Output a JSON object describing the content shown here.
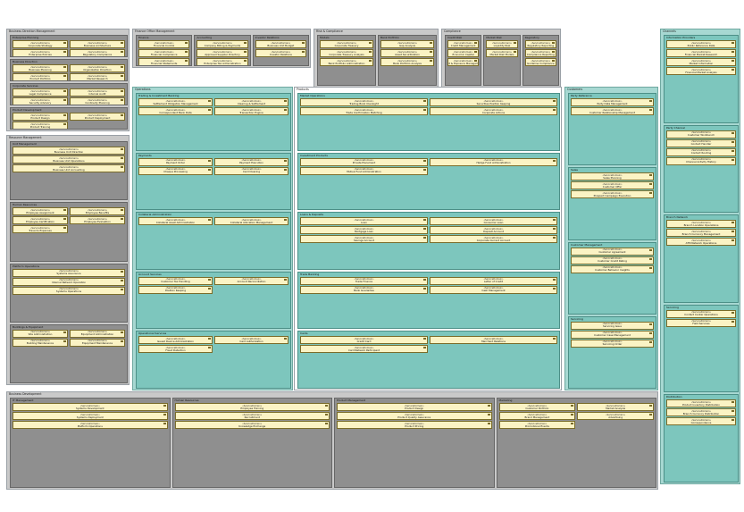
{
  "stereotype": "«ServiceDomain»",
  "icon": "component-icon",
  "areas": [
    {
      "title": "Business Direction Management",
      "style": "grey",
      "groups": [
        {
          "title": "Enterprise Planning",
          "comps": [
            "Corporate Strategy",
            "Business Architecture",
            "Enterprise Policies",
            "Regulatory Compliance"
          ]
        },
        {
          "title": "Business Direction",
          "comps": [
            "Business Planning",
            "Organization Direction",
            "Product Portfolio",
            "Market Research"
          ]
        },
        {
          "title": "Corporate Services",
          "comps": [
            "Legal Compliance",
            "Internal Audit",
            "Security Advisory",
            "Continuity Planning"
          ]
        },
        {
          "title": "Product Development",
          "comps": [
            "Product Design",
            "Product Deployment",
            "Product Training"
          ]
        }
      ]
    },
    {
      "title": "Finance Office Management",
      "style": "grey",
      "groups": [
        {
          "title": "Finance",
          "comps": [
            "Financial Control",
            "Financial Compliance",
            "Financial Statements"
          ]
        },
        {
          "title": "Accounting",
          "comps": [
            "Company Billing & Payments",
            "Approved Supplier Directory",
            "Enterprise Tax Administration"
          ]
        },
        {
          "title": "Investor Relations",
          "comps": [
            "Business Unit Budget",
            "Investor Relations"
          ]
        }
      ]
    },
    {
      "title": "Risk & Compliance",
      "style": "grey",
      "groups": [
        {
          "title": "Models",
          "comps": [
            "Corporate Treasury",
            "Corporate Treasury Analysis",
            "Bank Portfolio Administration"
          ]
        },
        {
          "title": "Bank Portfolio",
          "comps": [
            "Gap Analysis",
            "Asset Securitization",
            "Bank Portfolio Analysis"
          ]
        }
      ]
    },
    {
      "title": "Compliance",
      "style": "grey",
      "groups": [
        {
          "title": "Credit Risk",
          "comps": [
            "Credit Management",
            "Economic Capital",
            "Limit & Exposure Management"
          ]
        },
        {
          "title": "Market Risk",
          "comps": [
            "Liquidity Risk",
            "Market Risk Models"
          ]
        },
        {
          "title": "Regulatory",
          "comps": [
            "Regulatory Reporting",
            "Compliance Reporting",
            "Guideline Compliance"
          ]
        }
      ]
    },
    {
      "title": "Channels",
      "style": "teal",
      "groups": [
        {
          "title": "Information Providers",
          "comps": [
            "Public Reference Data",
            "Financial Market Research",
            "Market Information",
            "Financial Market Analysis"
          ]
        },
        {
          "title": "Party Channel",
          "comps": [
            "Customer Workbench",
            "Contact Handler",
            "Contact Routing",
            "Channel Activity History"
          ]
        },
        {
          "title": "Branch Network",
          "comps": [
            "Branch Location Operations",
            "Branch Currency Management",
            "ATM Network Operations"
          ]
        },
        {
          "title": "Servicing",
          "comps": [
            "Contact Center Operations",
            "Field Services"
          ]
        },
        {
          "title": "Distribution",
          "comps": [
            "Product Inventory Distribution",
            "Branch Currency Distribution",
            "Correspondence"
          ]
        }
      ]
    },
    {
      "title": "Resource Management",
      "style": "grey",
      "groups": [
        {
          "title": "Unit Management",
          "comps": [
            "Business Unit Direction",
            "Business Unit Operations",
            "Business Unit Accounting"
          ]
        },
        {
          "title": "Human Resources",
          "comps": [
            "Employee Assignment",
            "Employee Benefits",
            "Employee Certification",
            "Employee Evaluation",
            "Travel & Expenses"
          ]
        },
        {
          "title": "Platform Operations",
          "comps": [
            "Systems Assurance",
            "Internal Network Operation",
            "Systems Operations"
          ]
        },
        {
          "title": "Buildings & Equipment",
          "comps": [
            "Site Administration",
            "Equipment Administration",
            "Building Maintenance",
            "Equipment Maintenance"
          ]
        }
      ]
    },
    {
      "title": "Operations",
      "style": "teal",
      "groups": [
        {
          "title": "Trading & Investment Banking",
          "comps": [
            "Settlement Obligation Management",
            "Clearing & Settlement",
            "Correspondent Bank Data",
            "Transaction Engine"
          ]
        },
        {
          "title": "Payments",
          "comps": [
            "Payment Order",
            "Payment Execution",
            "Cheque Processing",
            "Card Clearing"
          ]
        },
        {
          "title": "Collateral Administration",
          "comps": [
            "Collateral Asset Administration",
            "Collateral Allocation Management"
          ]
        },
        {
          "title": "Account Services",
          "comps": [
            "Customer Tax Handling",
            "Account Reconciliation",
            "Position Keeping"
          ]
        },
        {
          "title": "Operational Services",
          "comps": [
            "Issued Device Administration",
            "Card Authorization",
            "Fraud Detection"
          ]
        }
      ]
    },
    {
      "title": "Products",
      "style": "white",
      "groups": [
        {
          "title": "Market Operations",
          "comps": [
            "Trading Book Oversight",
            "Securities Position Keeping",
            "Trade Confirmation Matching",
            "Corporate Actions"
          ]
        },
        {
          "title": "Investment Products",
          "comps": [
            "Private Placement",
            "Hedge Fund Administration",
            "Mutual Fund Administration"
          ]
        },
        {
          "title": "Loans & Deposits",
          "comps": [
            "Loan",
            "Consumer Loan",
            "Mortgage Loan",
            "Deposit Account",
            "Savings Account",
            "Corporate Current Account"
          ]
        },
        {
          "title": "Trade Banking",
          "comps": [
            "Trade Finance",
            "Letter of Credit",
            "Bank Guarantee",
            "Cash Management"
          ]
        },
        {
          "title": "Cards",
          "comps": [
            "Credit Card",
            "Merchant Relations",
            "Card Network Participant"
          ]
        }
      ]
    },
    {
      "title": "Customers",
      "style": "teal",
      "groups": [
        {
          "title": "Party Reference",
          "comps": [
            "Party Data Management",
            "Customer Relationship Management"
          ]
        },
        {
          "title": "Sales",
          "comps": [
            "Sales Planning",
            "Customer Offer",
            "Prospect Campaign Execution"
          ]
        },
        {
          "title": "Customer Management",
          "comps": [
            "Customer Agreement",
            "Customer Credit Rating",
            "Customer Behavior Insights"
          ]
        },
        {
          "title": "Servicing",
          "comps": [
            "Servicing Issue",
            "Customer Case Management",
            "Servicing Order"
          ]
        }
      ]
    },
    {
      "title": "Business Development",
      "style": "grey",
      "groups": [
        {
          "title": "IT Management",
          "comps": [
            "Systems Development",
            "Systems Deployment",
            "Platform Operations"
          ]
        },
        {
          "title": "Human Resources",
          "comps": [
            "Employee Training",
            "Recruitment",
            "Knowledge Exchange"
          ]
        },
        {
          "title": "Product Management",
          "comps": [
            "Product Design",
            "Product Quality Assurance",
            "Product Pricing"
          ]
        },
        {
          "title": "Marketing",
          "comps": [
            "Customer Portfolio",
            "Market Analysis",
            "Brand Management",
            "Advertising",
            "Promotional Events"
          ]
        }
      ]
    }
  ]
}
